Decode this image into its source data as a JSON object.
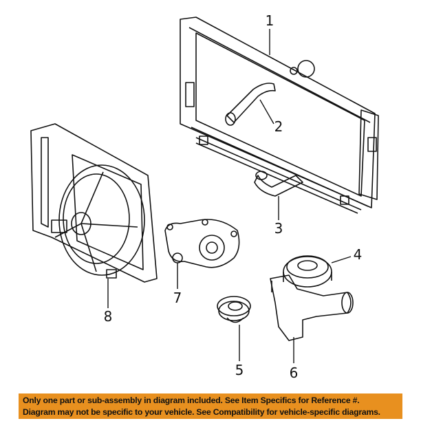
{
  "diagram": {
    "callouts": [
      "1",
      "2",
      "3",
      "4",
      "5",
      "6",
      "7",
      "8"
    ],
    "parts": [
      "radiator",
      "upper-hose",
      "lower-hose",
      "reservoir-cap",
      "thermostat",
      "thermostat-housing",
      "water-pump",
      "fan-assembly"
    ]
  },
  "banner": {
    "line1": "Only one part or sub-assembly in diagram included. See Item Specifics for Reference #.",
    "line2": "Diagram may not be specific to your vehicle. See Compatibility for vehicle-specific diagrams.",
    "color": "#e8901f"
  }
}
